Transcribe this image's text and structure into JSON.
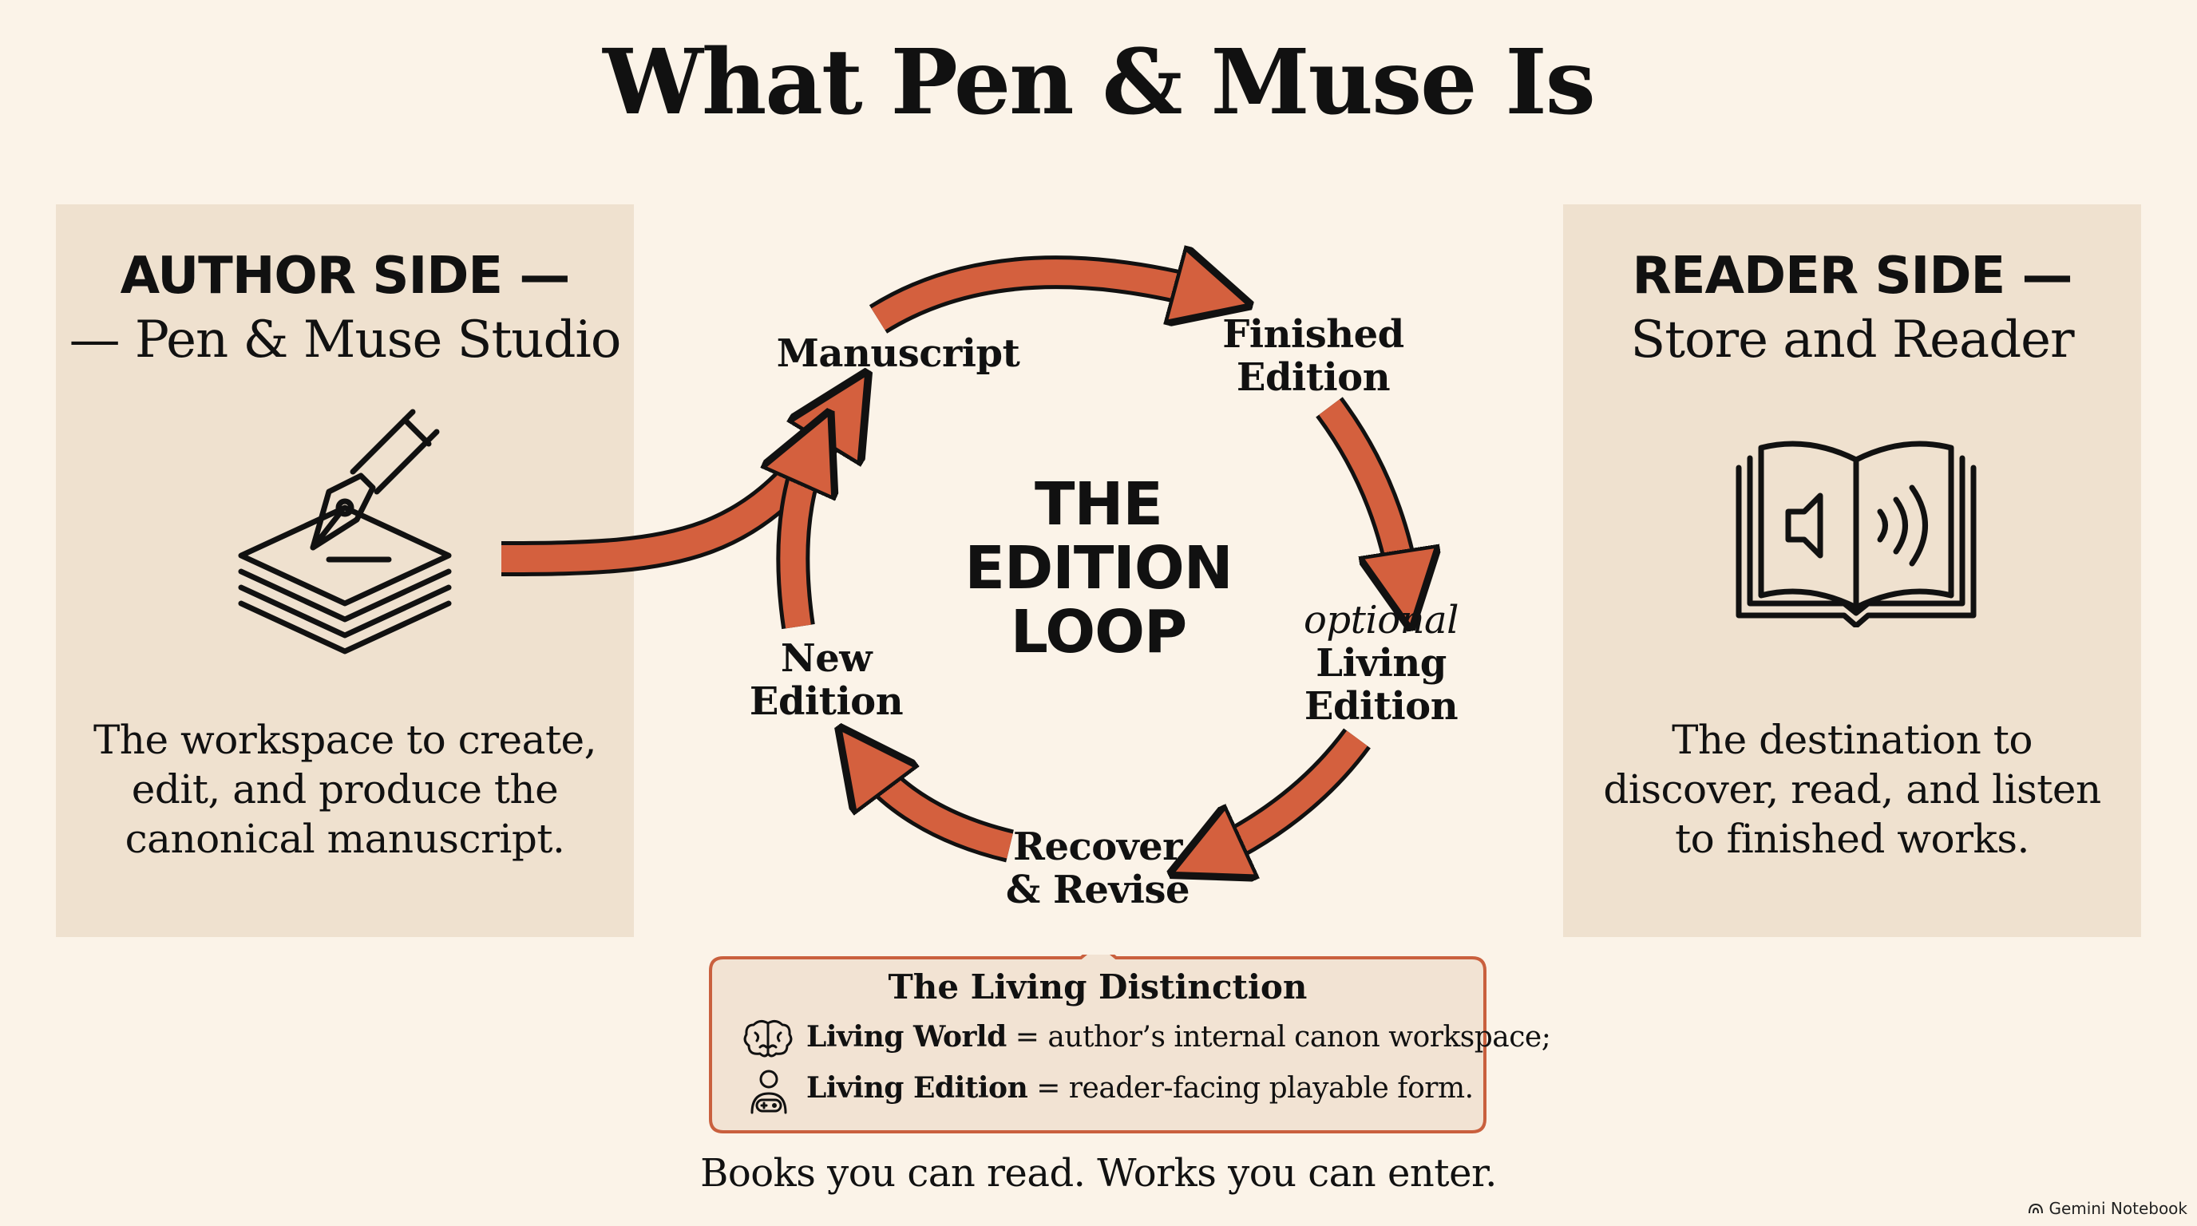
{
  "title": "What Pen & Muse Is",
  "author_panel": {
    "heading": "AUTHOR SIDE —",
    "subheading": "— Pen & Muse Studio",
    "icon": "pen-on-pages-icon",
    "description": "The workspace to create, edit, and produce the canonical manuscript."
  },
  "reader_panel": {
    "heading": "READER SIDE —",
    "subheading": "Store and Reader",
    "icon": "audio-book-icon",
    "description": "The destination to discover, read, and listen to finished works."
  },
  "loop": {
    "center_line1": "THE",
    "center_line2": "EDITION",
    "center_line3": "LOOP",
    "nodes": {
      "manuscript": "Manuscript",
      "finished_line1": "Finished",
      "finished_line2": "Edition",
      "living_optional": "optional",
      "living_line1": "Living",
      "living_line2": "Edition",
      "recover_line1": "Recover",
      "recover_line2": "& Revise",
      "new_line1": "New",
      "new_line2": "Edition"
    },
    "arrow_color": "#d4603e"
  },
  "callout": {
    "title": "The Living Distinction",
    "items": [
      {
        "icon": "brain-icon",
        "term": "Living World",
        "definition": " = author’s internal canon workspace;"
      },
      {
        "icon": "gamer-person-icon",
        "term": "Living Edition",
        "definition": " = reader-facing playable form."
      }
    ]
  },
  "tagline": "Books you can read. Works you can enter.",
  "watermark": "Gemini Notebook"
}
